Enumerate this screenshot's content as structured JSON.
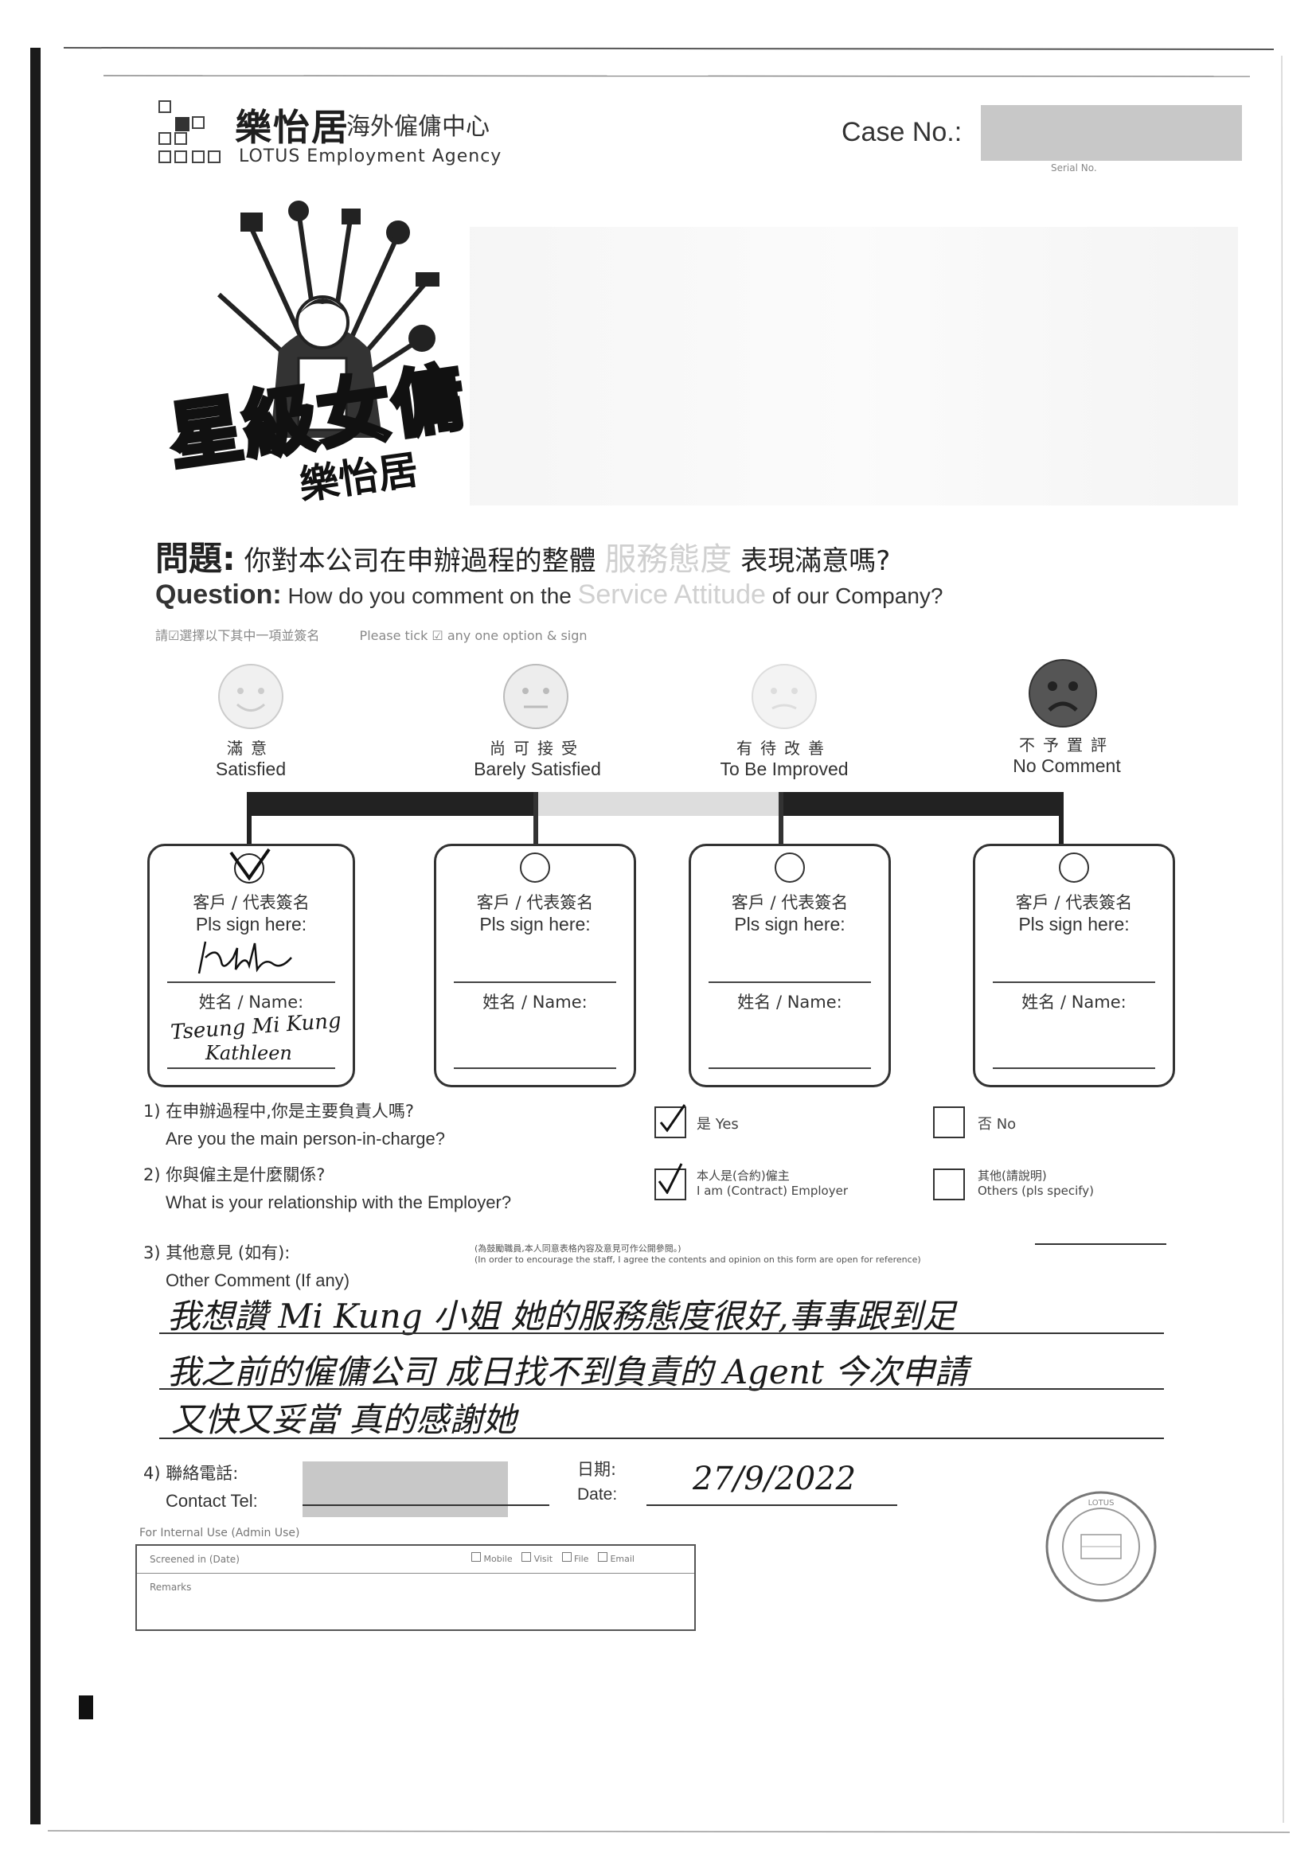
{
  "header": {
    "brand_zh": "樂怡居",
    "brand_sub_zh": "海外僱傭中心",
    "brand_en": "LOTUS Employment Agency",
    "case_label": "Case No.:",
    "case_sub_label": "Serial No."
  },
  "mascot": {
    "title_zh": "星級女傭",
    "subtitle_zh": "樂怡居"
  },
  "question": {
    "label_zh": "問題:",
    "text_zh": "你對本公司在申辦過程的整體",
    "highlight_zh": "服務態度",
    "text_zh_end": "表現滿意嗎?",
    "label_en": "Question:",
    "text_en": "How do you comment on the",
    "highlight_en": "Service Attitude",
    "text_en_end": "of our Company?",
    "instruction_zh": "請☑選擇以下其中一項並簽名",
    "instruction_en": "Please tick ☑ any one option & sign"
  },
  "options": [
    {
      "zh": "滿意",
      "en": "Satisfied",
      "face": "happy-face-icon"
    },
    {
      "zh": "尚可接受",
      "en": "Barely Satisfied",
      "face": "neutral-face-icon"
    },
    {
      "zh": "有待改善",
      "en": "To Be Improved",
      "face": "worried-face-icon"
    },
    {
      "zh": "不予置評",
      "en": "No Comment",
      "face": "sad-face-icon"
    }
  ],
  "cards": {
    "sign_label_zh": "客戶 / 代表簽名",
    "sign_label_en": "Pls sign here:",
    "name_label": "姓名 / Name:",
    "selected_index": 0,
    "filled_name_line1": "Tseung Mi Kung",
    "filled_name_line2": "Kathleen"
  },
  "q1": {
    "zh": "1) 在申辦過程中,你是主要負責人嗎?",
    "en": "Are you the main person-in-charge?",
    "yes": "是 Yes",
    "no": "否 No",
    "yes_checked": true
  },
  "q2": {
    "zh": "2) 你與僱主是什麼關係?",
    "en": "What is your relationship with the Employer?",
    "opt1_zh": "本人是(合約)僱主",
    "opt1_en": "I am (Contract) Employer",
    "opt2_zh": "其他(請說明)",
    "opt2_en": "Others (pls specify)",
    "opt1_checked": true
  },
  "q3": {
    "zh": "3) 其他意見 (如有):",
    "en": "Other Comment (If any)",
    "note_zh": "(為鼓勵職員,本人同意表格內容及意見可作公開參閱。)",
    "note_en": "(In order to encourage the staff, I agree the contents and opinion on this form are open for reference)",
    "comment_line1": "我想讚 Mi Kung 小姐 她的服務態度很好,事事跟到足",
    "comment_line2": "我之前的僱傭公司 成日找不到負責的 Agent 今次申請",
    "comment_line3": "又快又妥當 真的感謝她"
  },
  "q4": {
    "zh": "4) 聯絡電話:",
    "en": "Contact Tel:",
    "date_zh": "日期:",
    "date_en": "Date:",
    "date_value": "27/9/2022"
  },
  "admin": {
    "title": "For Internal Use (Admin Use)",
    "row1": "Screened in (Date)",
    "options": [
      "Mobile",
      "Visit",
      "File",
      "Email"
    ],
    "remarks": "Remarks"
  },
  "stamp": {
    "text": "LOTUS"
  }
}
